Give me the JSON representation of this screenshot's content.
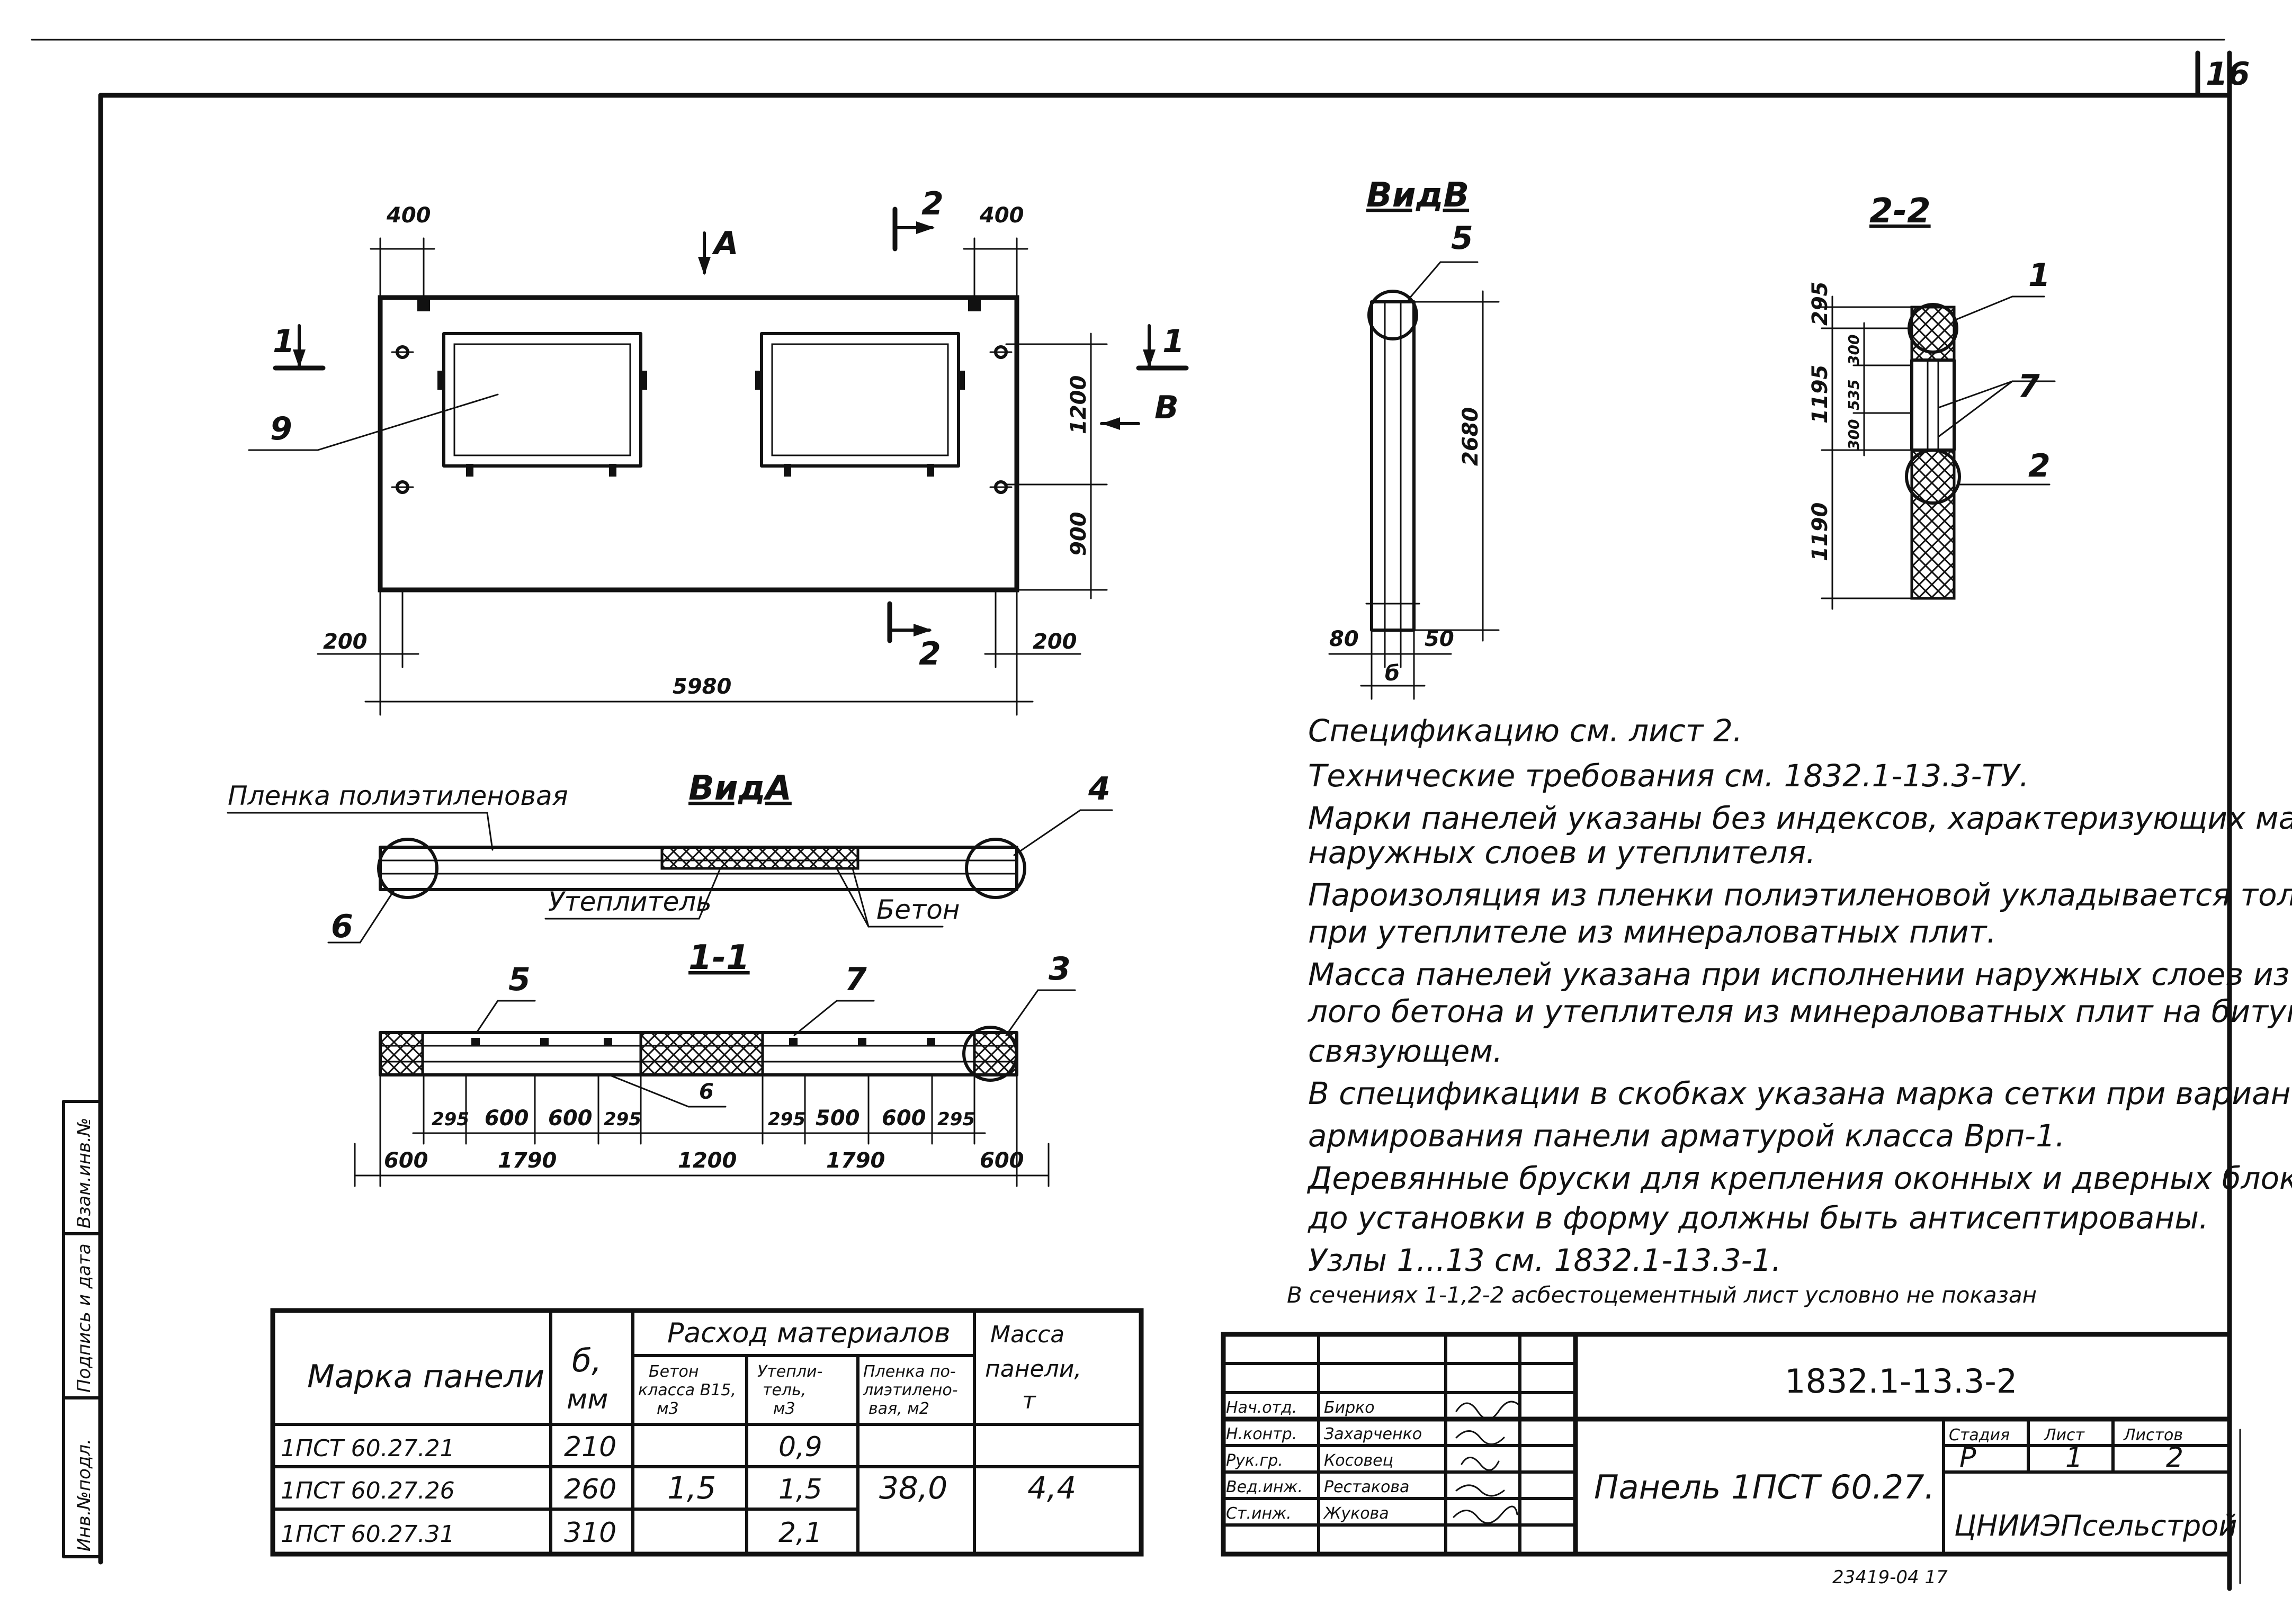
{
  "sheet_number": "16",
  "front_view": {
    "dim_left_top": "400",
    "dim_right_top": "400",
    "dim_window_height": "1200",
    "dim_bottom_height": "900",
    "dim_left_bottom": "200",
    "dim_right_bottom": "200",
    "dim_overall": "5980",
    "label_section_1": "1",
    "label_section_2": "2",
    "label_view_a": "A",
    "label_view_b": "B",
    "label_callout_9": "9"
  },
  "view_b": {
    "title": "ВидВ",
    "callout": "5",
    "dim_height": "2680",
    "dim_left": "80",
    "dim_right": "50",
    "dim_thickness": "б"
  },
  "section_2_2": {
    "title": "2-2",
    "dims": [
      "295",
      "1195",
      "300",
      "535",
      "300",
      "1190"
    ],
    "callouts": [
      "1",
      "7",
      "2"
    ]
  },
  "view_a": {
    "title": "ВидА",
    "film_label": "Пленка полиэтиленовая",
    "insulation_label": "Утеплитель",
    "concrete_label": "Бетон",
    "callout_4": "4",
    "callout_6": "6"
  },
  "section_1_1": {
    "title": "1-1",
    "callouts": [
      "5",
      "7",
      "3",
      "6"
    ],
    "dims_small": [
      "295",
      "600",
      "600",
      "295",
      "295",
      "500",
      "600",
      "295"
    ],
    "dims_large": [
      "600",
      "1790",
      "1200",
      "1790",
      "600"
    ]
  },
  "notes": [
    "Спецификацию см. лист 2.",
    "Технические требования см. 1832.1-13.3-ТУ.",
    "Марки панелей указаны без индексов, характеризующих материалы",
    "наружных слоев и утеплителя.",
    "Пароизоляция из пленки полиэтиленовой укладывается только",
    "при утеплителе из минераловатных плит.",
    "Масса панелей указана при исполнении наружных слоев из тяже-",
    "лого бетона и утеплителя из минераловатных плит на битумном",
    "связующем.",
    "В спецификации в скобках указана марка сетки при варианте",
    "армирования панели арматурой класса Врп-1.",
    "Деревянные бруски для крепления оконных и дверных блоков",
    "до установки в форму должны быть антисептированы.",
    "Узлы 1...13 см. 1832.1-13.3-1.",
    "В сечениях 1-1,2-2 асбестоцементный лист условно не показан"
  ],
  "materials_table": {
    "header_mark": "Марка панели",
    "header_b": "б,",
    "header_b_unit": "мм",
    "header_consumption": "Расход материалов",
    "header_concrete": [
      "Бетон",
      "класса В15,",
      "м3"
    ],
    "header_insulation": [
      "Утепли-",
      "тель,",
      "м3"
    ],
    "header_film": [
      "Пленка по-",
      "лиэтилено-",
      "вая, м2"
    ],
    "header_mass": [
      "Масса",
      "панели,",
      "т"
    ],
    "rows": [
      {
        "mark": "1ПСТ 60.27.21",
        "b": "210",
        "insulation": "0,9"
      },
      {
        "mark": "1ПСТ 60.27.26",
        "b": "260",
        "insulation": "1,5"
      },
      {
        "mark": "1ПСТ 60.27.31",
        "b": "310",
        "insulation": "2,1"
      }
    ],
    "concrete": "1,5",
    "film": "38,0",
    "mass": "4,4"
  },
  "title_block": {
    "code": "1832.1-13.3-2",
    "name": "Панель 1ПСТ 60.27.",
    "org": "ЦНИИЭПсельстрой",
    "stage_h": "Стадия",
    "sheet_h": "Лист",
    "sheets_h": "Листов",
    "stage": "Р",
    "sheet": "1",
    "sheets": "2",
    "roles": [
      "Нач.отд.",
      "Н.контр.",
      "Рук.гр.",
      "Вед.инж.",
      "Ст.инж."
    ],
    "names": [
      "Бирко",
      "Захарченко",
      "Косовец",
      "Рестакова",
      "Жукова"
    ]
  },
  "side_stamp": [
    "Инв.№подл.",
    "Подпись и дата",
    "Взам.инв.№"
  ],
  "bottom_code": "23419-04  17"
}
